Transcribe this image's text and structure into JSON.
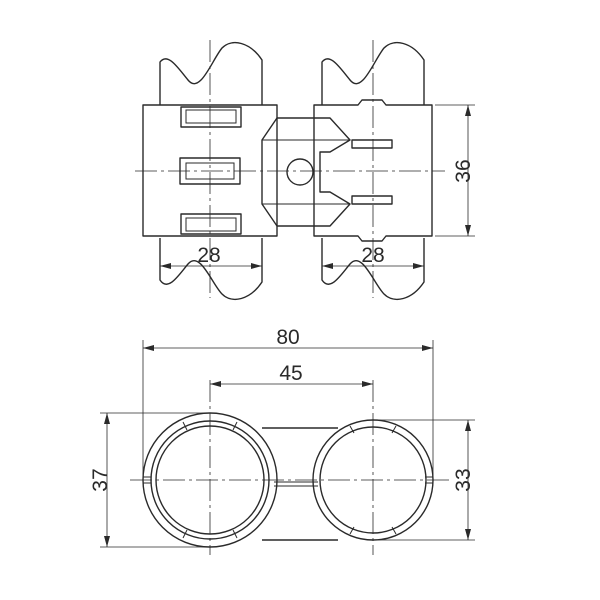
{
  "dimensions": {
    "top_left_width": "28",
    "top_right_width": "28",
    "top_height": "36",
    "overall_width": "80",
    "center_distance": "45",
    "left_diameter": "37",
    "right_diameter": "33"
  }
}
